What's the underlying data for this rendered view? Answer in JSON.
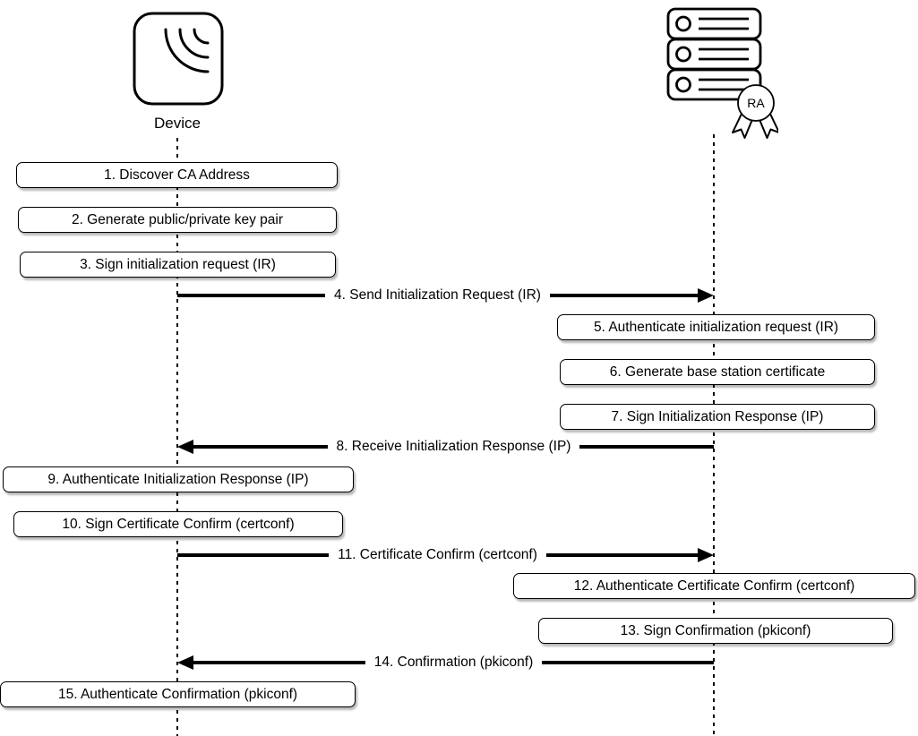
{
  "diagram": {
    "type": "sequence-flow",
    "actors": {
      "device": {
        "label": "Device",
        "icon": "wireless-device-icon"
      },
      "ra": {
        "icon": "server-stack-icon",
        "badge_label": "RA"
      }
    },
    "colors": {
      "stroke": "#000000",
      "fill": "#ffffff"
    },
    "boxes": [
      {
        "step": 1,
        "lane": "device",
        "label": "1. Discover CA Address"
      },
      {
        "step": 2,
        "lane": "device",
        "label": "2. Generate public/private key pair"
      },
      {
        "step": 3,
        "lane": "device",
        "label": "3. Sign initialization request (IR)"
      },
      {
        "step": 5,
        "lane": "ra",
        "label": "5. Authenticate initialization request (IR)"
      },
      {
        "step": 6,
        "lane": "ra",
        "label": "6. Generate base station certificate"
      },
      {
        "step": 7,
        "lane": "ra",
        "label": "7. Sign Initialization Response (IP)"
      },
      {
        "step": 9,
        "lane": "device",
        "label": "9. Authenticate Initialization Response (IP)"
      },
      {
        "step": 10,
        "lane": "device",
        "label": "10. Sign Certificate Confirm (certconf)"
      },
      {
        "step": 12,
        "lane": "ra",
        "label": "12. Authenticate Certificate Confirm (certconf)"
      },
      {
        "step": 13,
        "lane": "ra",
        "label": "13. Sign Confirmation (pkiconf)"
      },
      {
        "step": 15,
        "lane": "device",
        "label": "15. Authenticate Confirmation (pkiconf)"
      }
    ],
    "arrows": [
      {
        "step": 4,
        "from": "device",
        "to": "ra",
        "label": "4. Send Initialization Request (IR)"
      },
      {
        "step": 8,
        "from": "ra",
        "to": "device",
        "label": "8. Receive Initialization Response (IP)"
      },
      {
        "step": 11,
        "from": "device",
        "to": "ra",
        "label": "11. Certificate Confirm (certconf)"
      },
      {
        "step": 14,
        "from": "ra",
        "to": "device",
        "label": "14. Confirmation (pkiconf)"
      }
    ]
  }
}
